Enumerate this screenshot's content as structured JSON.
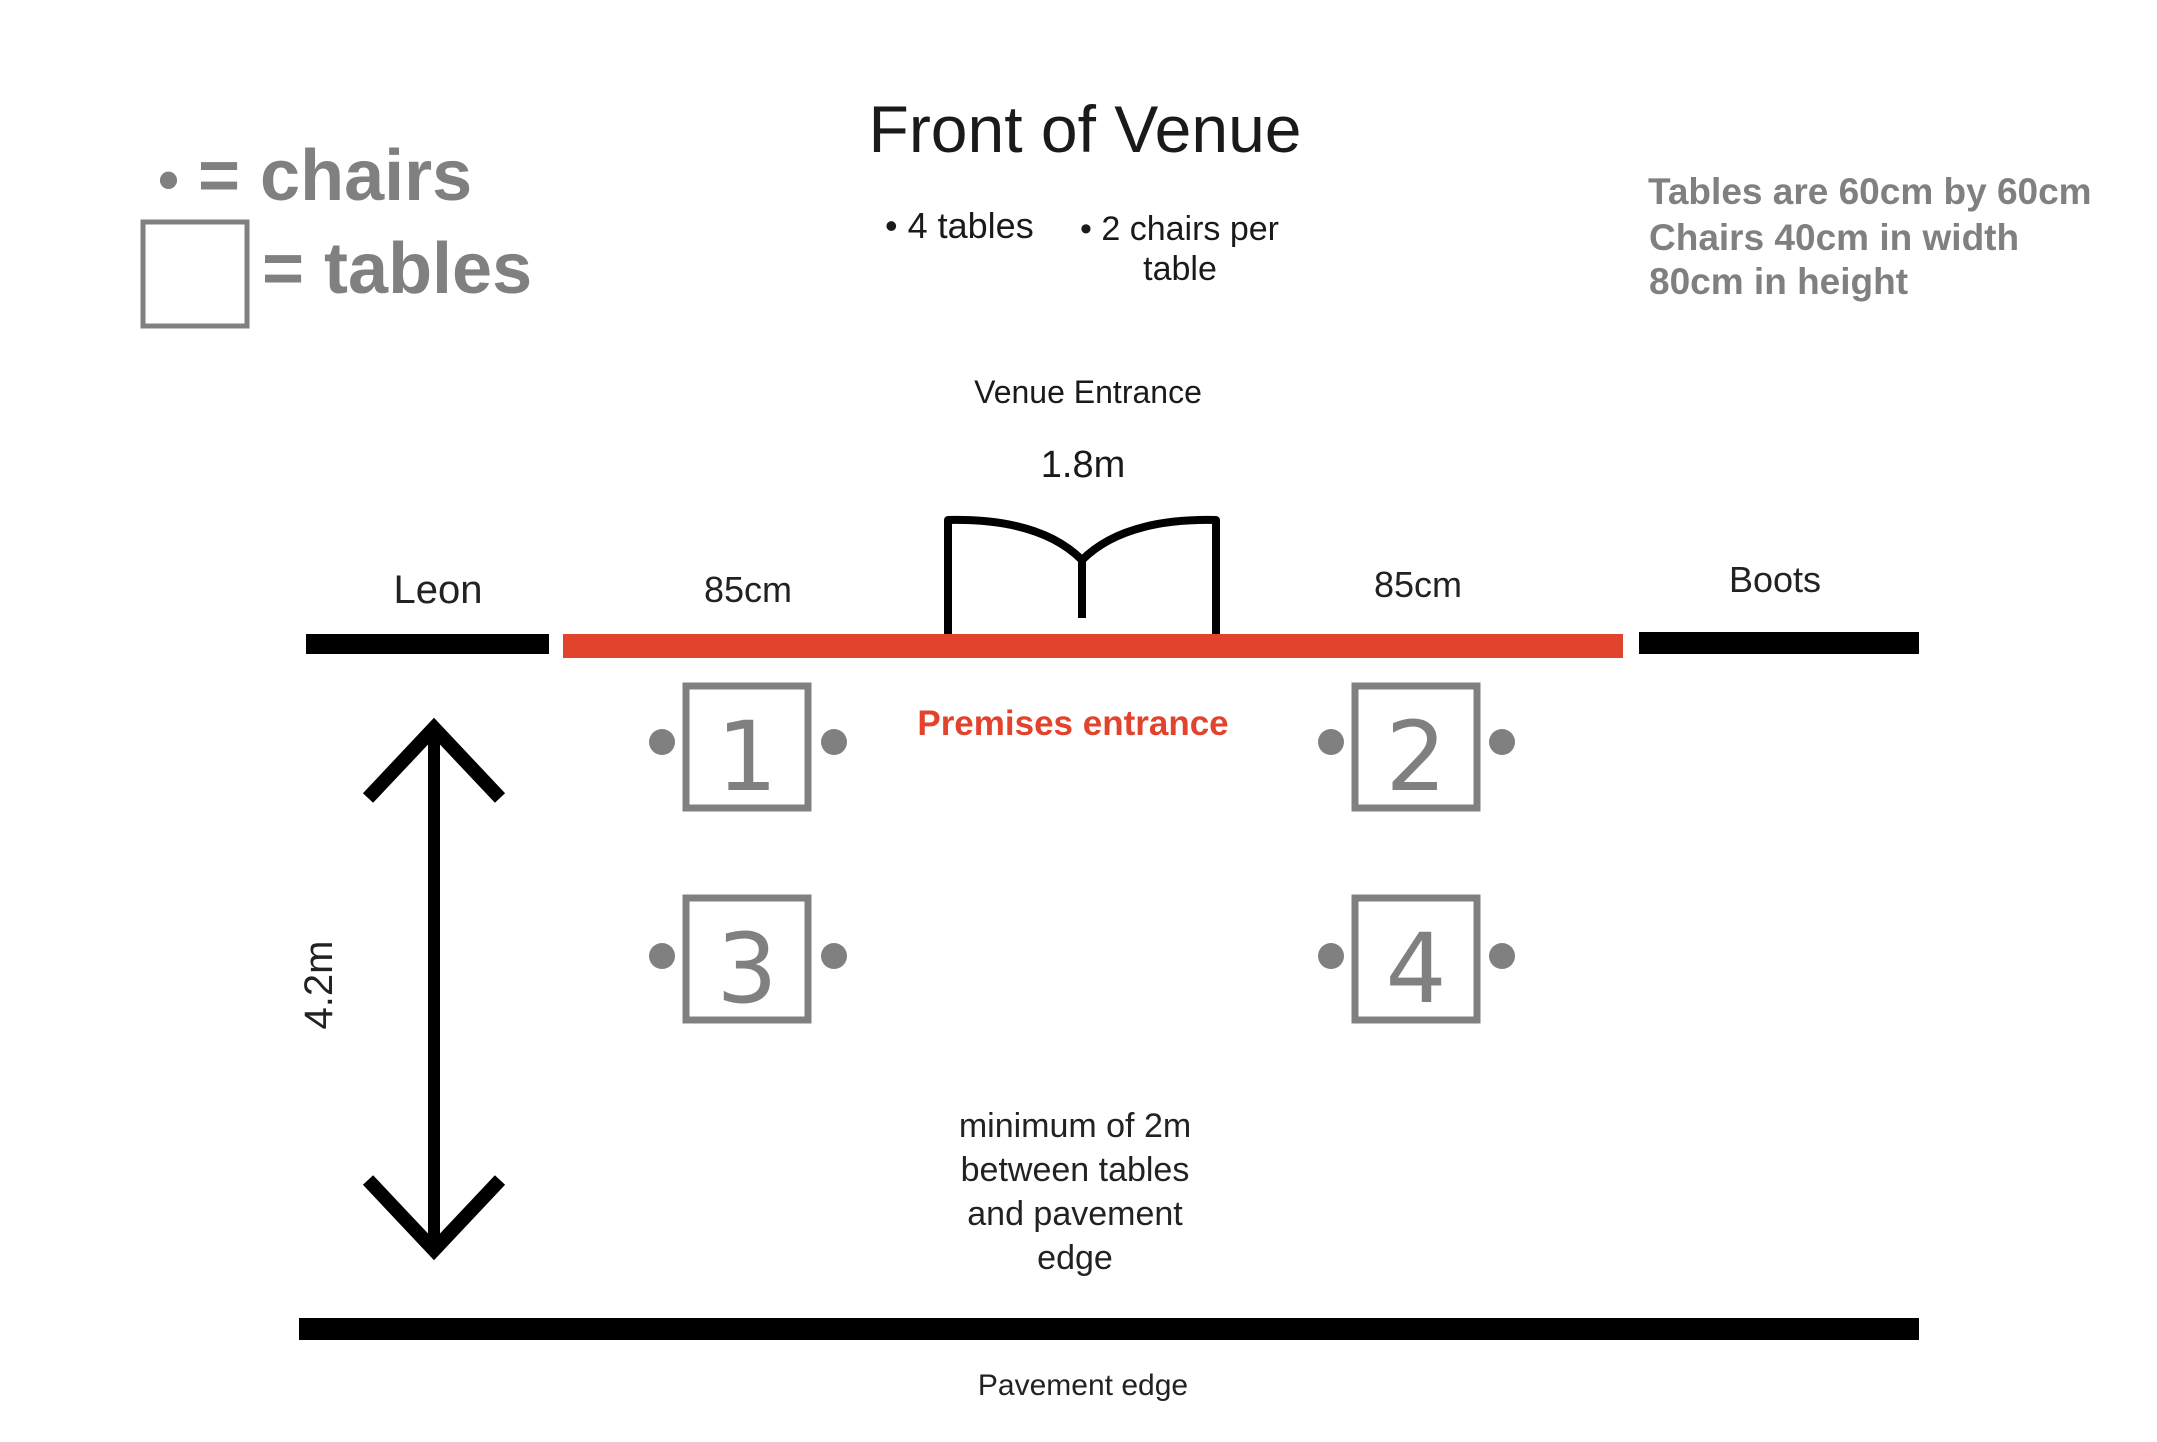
{
  "legend": {
    "chairs_symbol": "•",
    "chairs_label": "= chairs",
    "tables_label": "= tables"
  },
  "title": {
    "heading": "Front of Venue",
    "bullet_tables": "• 4 tables",
    "bullet_chairs_line1": "• 2 chairs per",
    "bullet_chairs_line2": "table"
  },
  "notes": {
    "line1": "Tables are 60cm by 60cm",
    "line2": "Chairs 40cm in width",
    "line3": "80cm in height"
  },
  "entrance": {
    "label": "Venue Entrance",
    "width": "1.8m"
  },
  "neighbours": {
    "left": "Leon",
    "right": "Boots"
  },
  "dimensions": {
    "left_gap": "85cm",
    "right_gap": "85cm",
    "depth": "4.2m"
  },
  "premises": {
    "label": "Premises entrance"
  },
  "tables": [
    {
      "number": "1"
    },
    {
      "number": "2"
    },
    {
      "number": "3"
    },
    {
      "number": "4"
    }
  ],
  "note_min": {
    "line1": "minimum of 2m",
    "line2": "between tables",
    "line3": "and pavement",
    "line4": "edge"
  },
  "pavement": {
    "label": "Pavement edge"
  },
  "colors": {
    "premises": "#e2432d",
    "walls": "#000000",
    "legend_grey": "#808080"
  }
}
